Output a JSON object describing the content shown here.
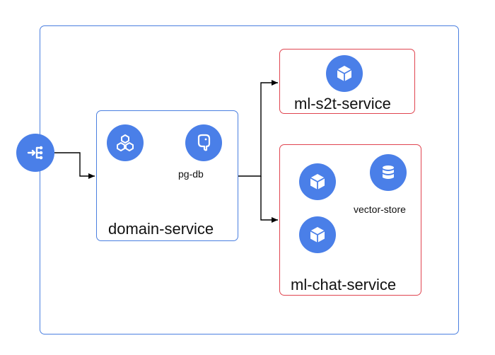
{
  "diagram": {
    "services": {
      "domain": {
        "label": "domain-service",
        "db_label": "pg-db"
      },
      "s2t": {
        "label": "ml-s2t-service"
      },
      "chat": {
        "label": "ml-chat-service",
        "store_label": "vector-store"
      }
    },
    "colors": {
      "icon": "#4a7fe8",
      "namespace_border": "#4a7fe0",
      "ml_border": "#e0444f",
      "connector": "#000000"
    },
    "icons": {
      "ingress": "ingress-icon",
      "domain": "stacked-blocks-icon",
      "db": "postgres-elephant-icon",
      "pod": "cube-icon",
      "store": "database-icon"
    }
  }
}
